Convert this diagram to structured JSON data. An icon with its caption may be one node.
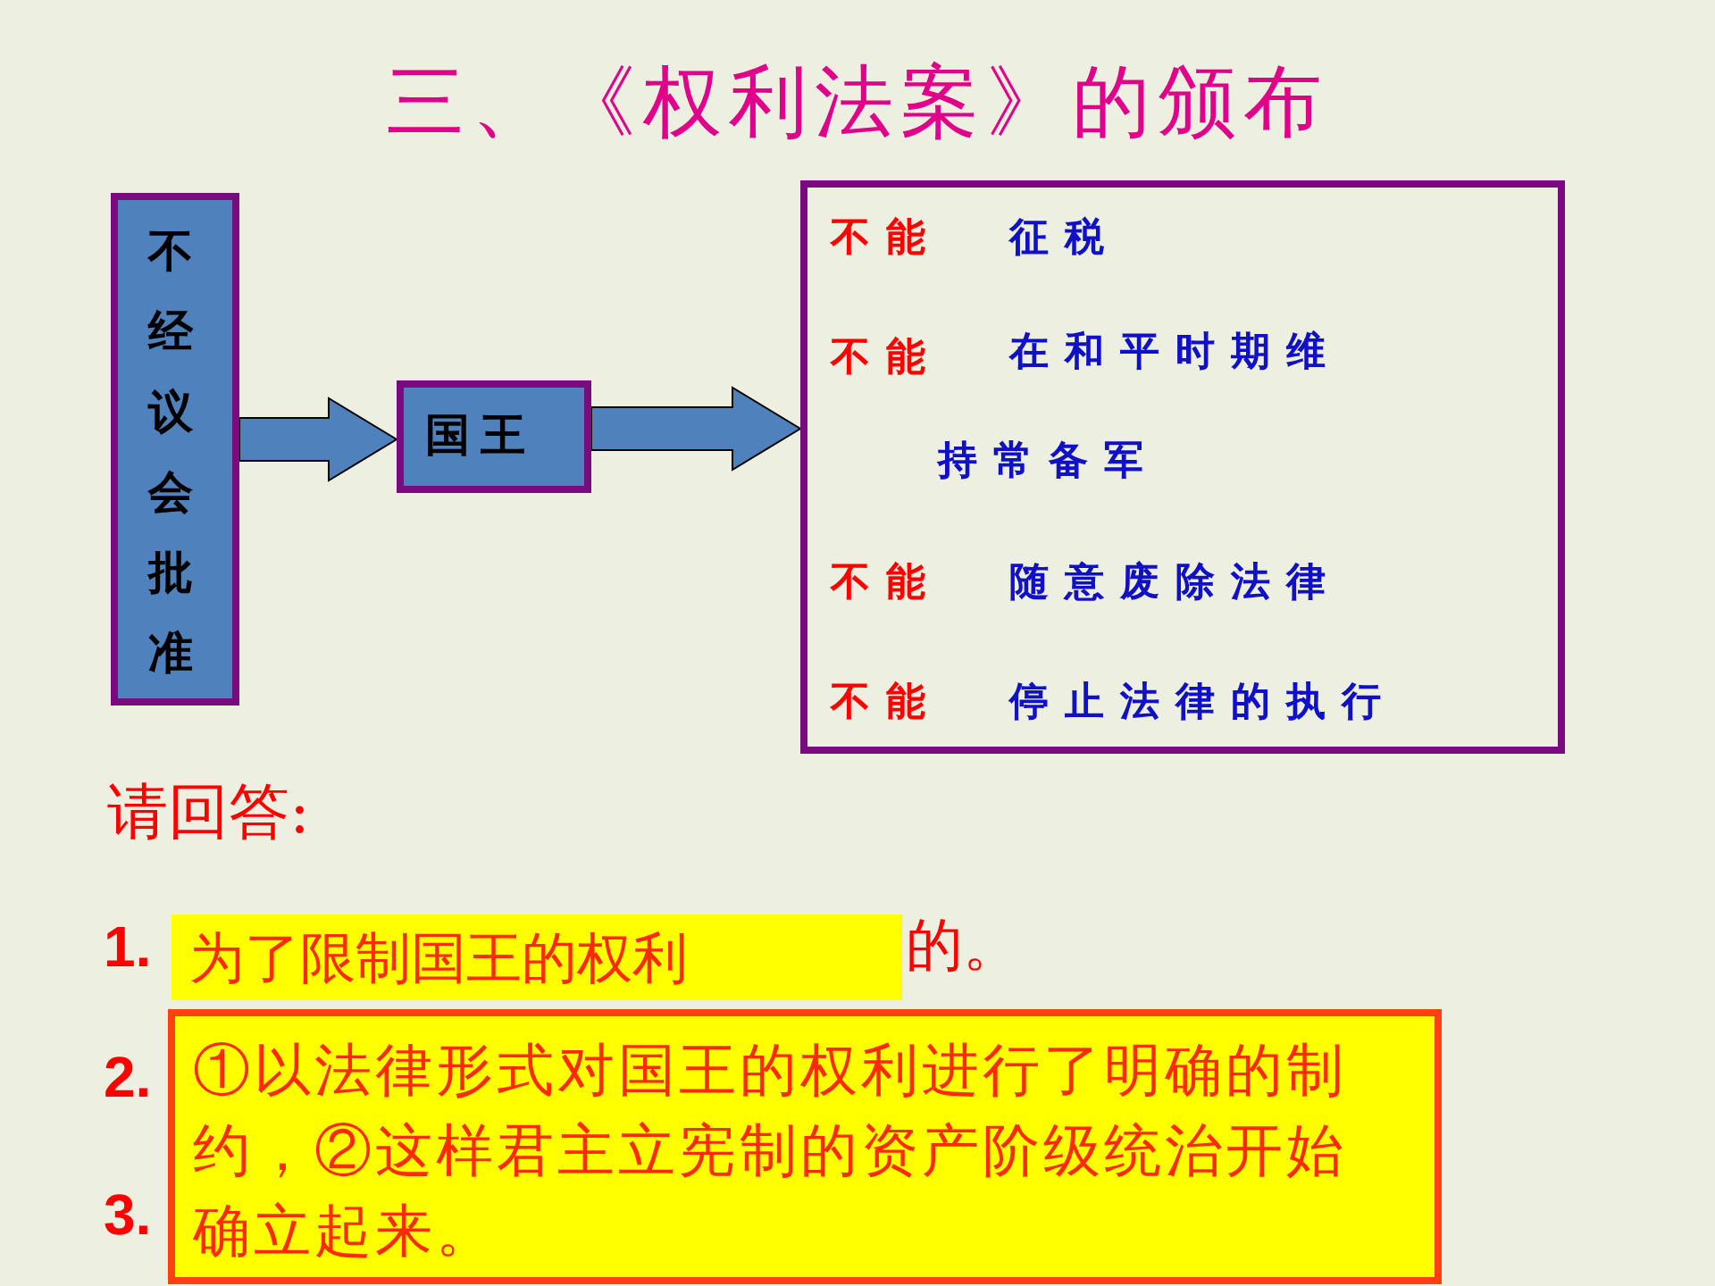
{
  "diagram": {
    "title": "三、《权利法案》的颁布",
    "nodes": [
      {
        "text": [
          "不经议会批准"
        ]
      },
      {
        "text": [
          "国王"
        ]
      },
      {
        "text": [
          "不能",
          "征税",
          "不能",
          "在和平时期维持常备军",
          "不能",
          "随意废除法律",
          "不能",
          "停止法律的执行"
        ]
      },
      {
        "text": [
          "为了限制国王的权利"
        ]
      },
      {
        "text": [
          "①以法律形式对国王的权利进行了明确的制约，②这样君主立宪制的资产阶级统治开始确立起来。"
        ]
      }
    ],
    "edges": [
      {
        "from": 0,
        "to": 1,
        "arrow": "to"
      },
      {
        "from": 1,
        "to": 2,
        "arrow": "to"
      }
    ],
    "labels": [
      "请回答:",
      "1.",
      "的。",
      "2.",
      "3."
    ]
  }
}
